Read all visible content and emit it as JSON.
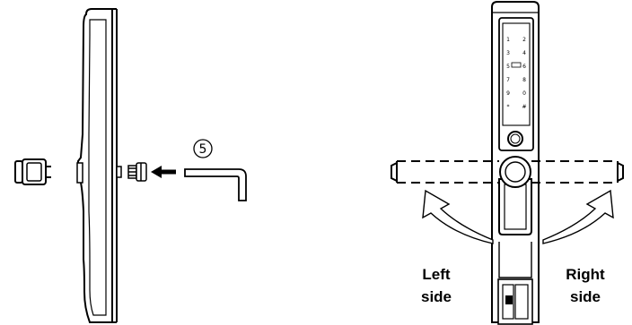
{
  "step": {
    "number": "5"
  },
  "keypad": {
    "rows": [
      [
        "1",
        "2"
      ],
      [
        "3",
        "4"
      ],
      [
        "5",
        "6"
      ],
      [
        "7",
        "8"
      ],
      [
        "9",
        "0"
      ],
      [
        "*",
        "#"
      ]
    ]
  },
  "labels": {
    "left": [
      "Left",
      "side"
    ],
    "right": [
      "Right",
      "side"
    ]
  },
  "colors": {
    "ink": "#000000",
    "paper": "#ffffff",
    "arrow": "#000000"
  },
  "icons": [
    "hex-key-icon",
    "screw-icon",
    "arrow-left-icon",
    "curved-arrow-icon",
    "fingerprint-icon"
  ]
}
